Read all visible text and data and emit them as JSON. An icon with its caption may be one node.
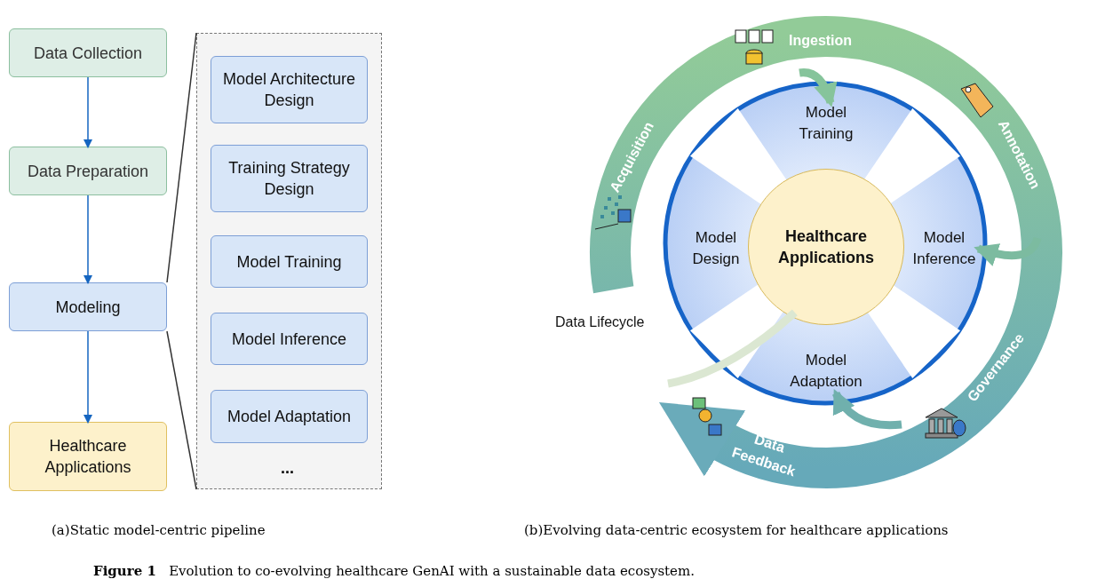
{
  "diagram": {
    "caption": "**Figure 1**   Evolution to co-evolving healthcare GenAI with a sustainable data ecosystem.",
    "nodes": [
      {
        "text": [
          "Data Collection"
        ]
      },
      {
        "text": [
          "Data Preparation"
        ]
      },
      {
        "text": [
          "Modeling"
        ]
      },
      {
        "text": [
          "Healthcare Applications"
        ]
      },
      {
        "text": [],
        "shape": "box"
      },
      {
        "text": [
          "Model Architecture Design"
        ],
        "in": 4
      },
      {
        "text": [
          "Training Strategy Design"
        ],
        "in": 4
      },
      {
        "text": [
          "Model Training"
        ],
        "in": 4
      },
      {
        "text": [
          "Model Inference"
        ],
        "in": 4
      },
      {
        "text": [
          "Model Adaptation"
        ],
        "in": 4
      },
      {
        "text": [],
        "shape": "circle"
      },
      {
        "text": [
          "Model Training"
        ],
        "in": 10
      },
      {
        "text": [
          "Model Design"
        ],
        "in": 10
      },
      {
        "text": [
          "Healthcare Applications"
        ],
        "in": 10
      },
      {
        "text": [
          "Model Inference"
        ],
        "in": 10
      },
      {
        "text": [
          "Model Adaptation"
        ],
        "in": 10
      }
    ],
    "edges": [
      {
        "from": 0,
        "to": 1,
        "arrow": "to"
      },
      {
        "from": 1,
        "to": 2,
        "arrow": "to"
      },
      {
        "from": 2,
        "to": 3,
        "arrow": "to"
      },
      {
        "from": 2,
        "to": 4,
        "arrow": "none",
        "color": "#333333"
      },
      {
        "from": 2,
        "to": 4,
        "arrow": "none",
        "color": "#333333"
      },
      {
        "from": null,
        "to": 11,
        "arrow": "to",
        "style": "thick",
        "color": "#86c49b"
      },
      {
        "from": null,
        "to": 14,
        "arrow": "to",
        "style": "thick",
        "color": "#7cbba0"
      },
      {
        "from": null,
        "to": 15,
        "arrow": "to",
        "style": "thick",
        "color": "#70b0ad"
      },
      {
        "from": 13,
        "to": null,
        "arrow": "none",
        "style": "thick",
        "color": "#dbe7d2"
      }
    ],
    "labels": [
      "...",
      "Acquisition",
      "Ingestion",
      "Annotation",
      "Governance",
      "Data Feedback",
      "Data Lifecycle",
      "(a)Static model-centric pipeline",
      "(b)Evolving data-centric ecosystem for healthcare applications"
    ]
  }
}
